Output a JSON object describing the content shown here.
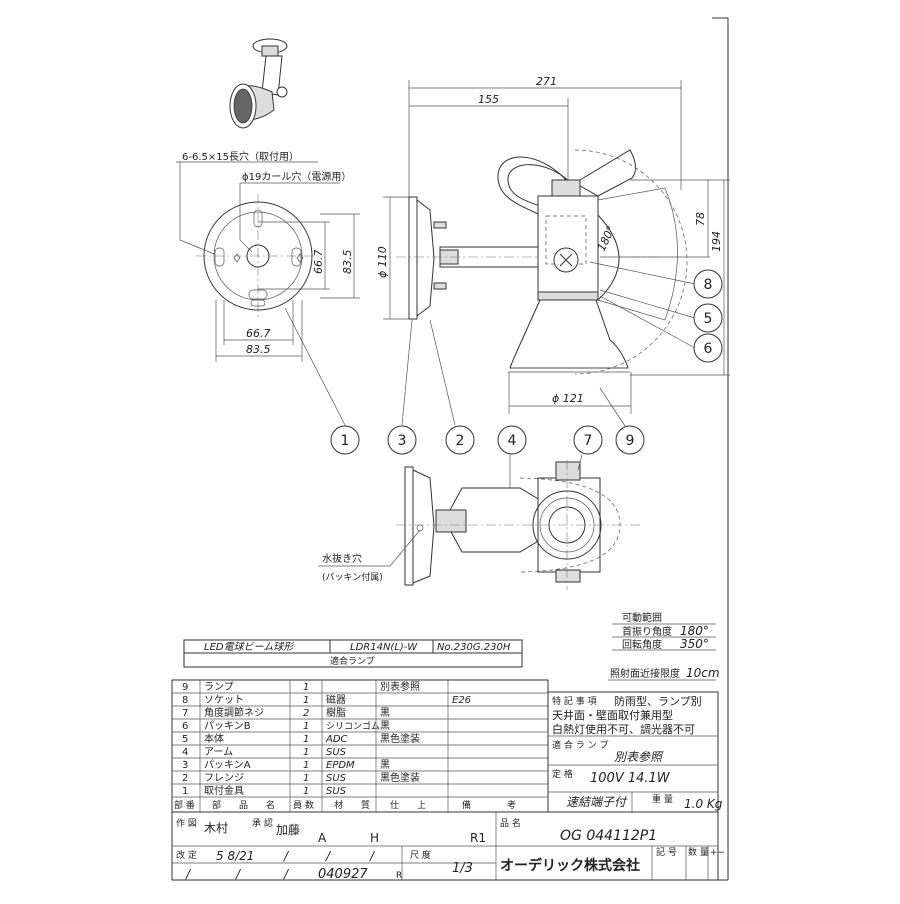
{
  "dimensions": {
    "total_width": "271",
    "arm_length": "155",
    "height_upper": "78",
    "height_total": "194",
    "flange_dia": "ϕ 110",
    "lamp_dia": "ϕ 121",
    "pitch_v1": "66.7",
    "pitch_v2": "83.5",
    "pitch_h1": "66.7",
    "pitch_h2": "83.5",
    "rotate_angle": "180°"
  },
  "hole_notes": {
    "slot": "6-6.5×15長穴（取付用）",
    "cord_hole": "ϕ19カール穴（電源用）"
  },
  "drain_note": {
    "line1": "水抜き穴",
    "line2": "(パッキン付属)"
  },
  "balloons": [
    "1",
    "3",
    "2",
    "4",
    "7",
    "8",
    "5",
    "6",
    "9"
  ],
  "lamp_table": {
    "name": "LED電球ビーム球形",
    "model": "LDR14N(L)-W",
    "no": "No.230G.230H",
    "caption": "適合ランプ"
  },
  "range": {
    "title": "可動範囲",
    "tilt_label": "首振り角度",
    "tilt_value": "180°",
    "rotate_label": "回転角度",
    "rotate_value": "350°",
    "near_label": "照射面近接限度",
    "near_value": "10cm"
  },
  "parts": [
    {
      "no": "9",
      "name": "ランプ",
      "qty": "1",
      "material": "",
      "finish": "別表参照",
      "note": ""
    },
    {
      "no": "8",
      "name": "ソケット",
      "qty": "1",
      "material": "磁器",
      "finish": "",
      "note": "E26"
    },
    {
      "no": "7",
      "name": "角度調節ネジ",
      "qty": "2",
      "material": "樹脂",
      "finish": "黒",
      "note": ""
    },
    {
      "no": "6",
      "name": "パッキンB",
      "qty": "1",
      "material": "シリコンゴム",
      "finish": "黒",
      "note": ""
    },
    {
      "no": "5",
      "name": "本体",
      "qty": "1",
      "material": "ADC",
      "finish": "黒色塗装",
      "note": ""
    },
    {
      "no": "4",
      "name": "アーム",
      "qty": "1",
      "material": "SUS",
      "finish": "",
      "note": ""
    },
    {
      "no": "3",
      "name": "パッキンA",
      "qty": "1",
      "material": "EPDM",
      "finish": "黒",
      "note": ""
    },
    {
      "no": "2",
      "name": "フレンジ",
      "qty": "1",
      "material": "SUS",
      "finish": "黒色塗装",
      "note": ""
    },
    {
      "no": "1",
      "name": "取付金具",
      "qty": "1",
      "material": "SUS",
      "finish": "",
      "note": ""
    }
  ],
  "parts_header": {
    "no": "部 番",
    "name": "部　　品　　名",
    "qty": "員 数",
    "material": "材　　質",
    "finish": "仕　　上",
    "note": "備　　　　考"
  },
  "specs": {
    "tokki_label": "特 記 事 項",
    "tokki_line1": "防雨型、ランプ別",
    "tokki_line2": "天井面・壁面取付兼用型",
    "tokki_line3": "白熱灯使用不可、調光器不可",
    "lamp_label": "適 合 ラ ン プ",
    "lamp_value": "別表参照",
    "rating_label": "定 格",
    "rating_value": "100V  14.1W",
    "terminal": "速結端子付",
    "weight_label": "重 量",
    "weight_value": "1.0 Kg"
  },
  "title_block": {
    "drawn_label": "作 図",
    "drawn_by": "木村",
    "approved_label": "承 認",
    "approved_by": "加藤",
    "rev_a": "A",
    "rev_h": "H",
    "rev_r1": "R1",
    "product_label": "品 名",
    "product_code": "OG 044112P1",
    "revision_label": "改 定",
    "revision_date": "5 8/21",
    "slash1": "/",
    "slash2": "/",
    "slash3": "/",
    "scale_label": "尺 度",
    "scale_value": "1/3",
    "company": "オーデリック株式会社",
    "mark_label": "記 号",
    "qty_label": "数 量",
    "plus_minus": "+−",
    "doc_no": "040927",
    "doc_suffix": "R"
  }
}
